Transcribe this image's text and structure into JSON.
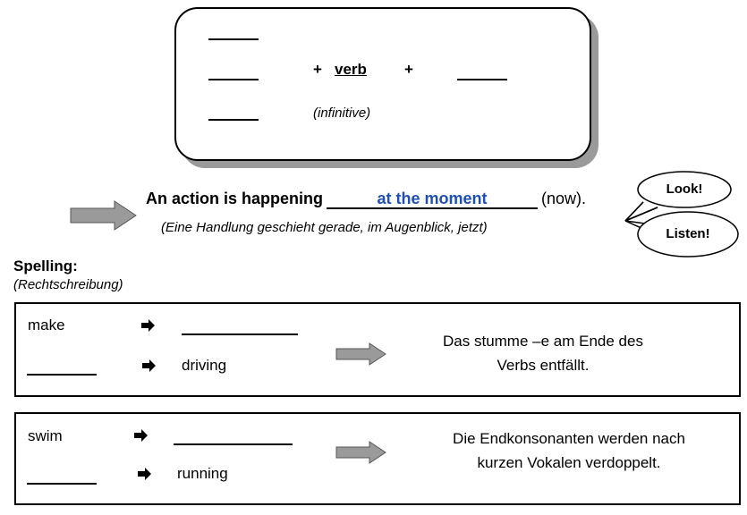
{
  "formula": {
    "plus_1": "+",
    "verb": "verb",
    "plus_2": "+",
    "infinitive": "(infinitive)"
  },
  "definition": {
    "text": "An action is happening",
    "answer": "at the moment",
    "suffix": "(now).",
    "translation": "(Eine Handlung geschieht gerade, im Augenblick, jetzt)"
  },
  "bubbles": {
    "look": "Look!",
    "listen": "Listen!"
  },
  "spelling": {
    "title": "Spelling:",
    "subtitle": "(Rechtschreibung)"
  },
  "rules": [
    {
      "word_top": "make",
      "word_bottom": "driving",
      "explanation_line1": "Das stumme –e am Ende des",
      "explanation_line2": "Verbs entfällt."
    },
    {
      "word_top": "swim",
      "word_bottom": "running",
      "explanation_line1": "Die Endkonsonanten werden nach",
      "explanation_line2": "kurzen Vokalen verdoppelt."
    }
  ],
  "colors": {
    "arrow_fill": "#9a9a9a",
    "answer_text": "#1f4fb4",
    "box_shadow": "#9a9a9a"
  },
  "icons": {
    "big_arrow": "block-arrow-right-icon",
    "small_arrow": "black-arrow-right-icon"
  }
}
